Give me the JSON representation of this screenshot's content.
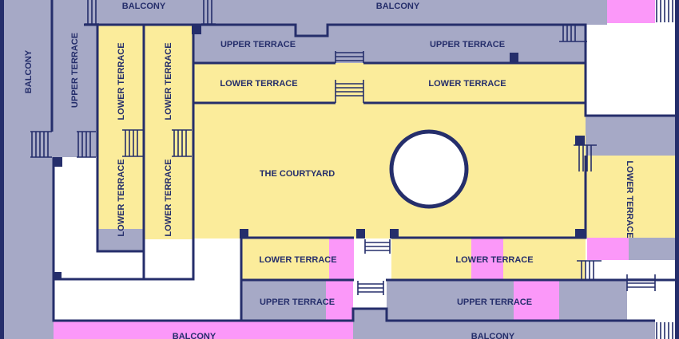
{
  "title": "Venue floor plan",
  "colors": {
    "navy": "#252e6b",
    "grey": "#a6a9c6",
    "yellow": "#fbec9b",
    "pink": "#fb98f9",
    "white": "#ffffff"
  },
  "areas": {
    "balcony_top_left": "BALCONY",
    "balcony_top_right": "BALCONY",
    "balcony_left": "BALCONY",
    "upper_terrace_left": "UPPER TERRACE",
    "lower_terrace_col1_top": "LOWER TERRACE",
    "lower_terrace_col2_top": "LOWER TERRACE",
    "lower_terrace_col1_bottom": "LOWER TERRACE",
    "lower_terrace_col2_bottom": "LOWER TERRACE",
    "upper_terrace_top_left": "UPPER TERRACE",
    "upper_terrace_top_right": "UPPER TERRACE",
    "lower_terrace_top_left": "LOWER TERRACE",
    "lower_terrace_top_right": "LOWER TERRACE",
    "courtyard": "THE COURTYARD",
    "lower_terrace_right": "LOWER TERRACE",
    "lower_terrace_bottom_left": "LOWER TERRACE",
    "lower_terrace_bottom_right": "LOWER TERRACE",
    "upper_terrace_bottom_left": "UPPER TERRACE",
    "upper_terrace_bottom_right": "UPPER TERRACE",
    "balcony_bottom_left": "BALCONY",
    "balcony_bottom_right": "BALCONY"
  }
}
